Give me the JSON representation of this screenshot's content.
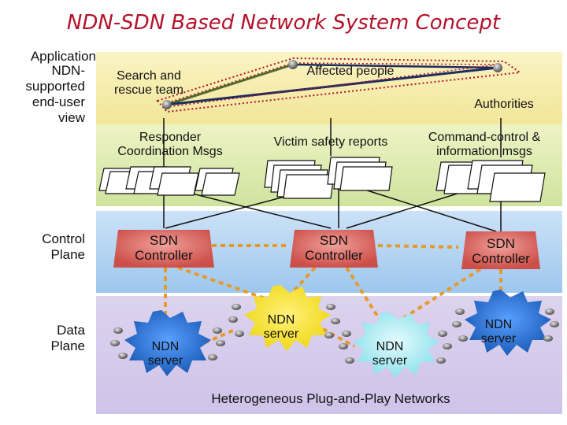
{
  "title": "NDN-SDN Based Network System Concept",
  "side_labels": {
    "application": "Application",
    "ndn_view": [
      "NDN-",
      "supported",
      "end-user",
      "view"
    ],
    "control": [
      "Control",
      "Plane"
    ],
    "data": [
      "Data",
      "Plane"
    ]
  },
  "actors": {
    "search": [
      "Search and",
      "rescue team"
    ],
    "affected": "Affected people",
    "authorities": "Authorities"
  },
  "messages": {
    "responder": [
      "Responder",
      "Coordination Msgs"
    ],
    "victim": "Victim safety reports",
    "command": [
      "Command-control &",
      "information msgs"
    ]
  },
  "controllers": [
    [
      "SDN",
      "Controller"
    ],
    [
      "SDN",
      "Controller"
    ],
    [
      "SDN",
      "Controller"
    ]
  ],
  "servers": [
    [
      "NDN",
      "server"
    ],
    [
      "NDN",
      "server"
    ],
    [
      "NDN",
      "server"
    ],
    [
      "NDN",
      "server"
    ]
  ],
  "footer": "Heterogeneous Plug-and-Play Networks",
  "colors": {
    "title": "#b3122a",
    "controller": "#d9605e",
    "server_blue": "#2a6fc9",
    "server_yellow": "#f5e42a",
    "server_cyan": "#a5ecf3",
    "dashed_link": "#e6992d",
    "dotted_link": "#b3122a"
  }
}
